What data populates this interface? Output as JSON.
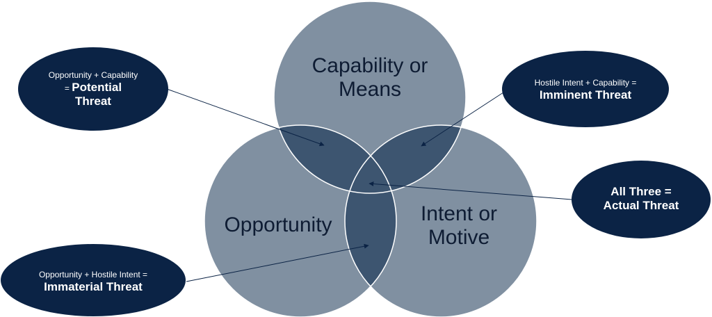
{
  "colors": {
    "circle_fill": "#8090a1",
    "overlap_fill": "#3d5570",
    "callout_fill": "#0b2345",
    "circle_stroke": "#ffffff",
    "connector": "#0b2345"
  },
  "circles": {
    "top": "Capability or\nMeans",
    "left": "Opportunity",
    "right": "Intent or\nMotive"
  },
  "callouts": {
    "potential": {
      "prefix": "Opportunity + Capability",
      "eq": "= ",
      "bold1": "Potential",
      "bold2": "Threat"
    },
    "imminent": {
      "prefix": "Hostile Intent + Capability =",
      "bold": "Imminent Threat"
    },
    "actual": {
      "line1": "All Three =",
      "line2": "Actual Threat"
    },
    "immaterial": {
      "prefix": "Opportunity + Hostile Intent =",
      "bold": "Immaterial Threat"
    }
  }
}
